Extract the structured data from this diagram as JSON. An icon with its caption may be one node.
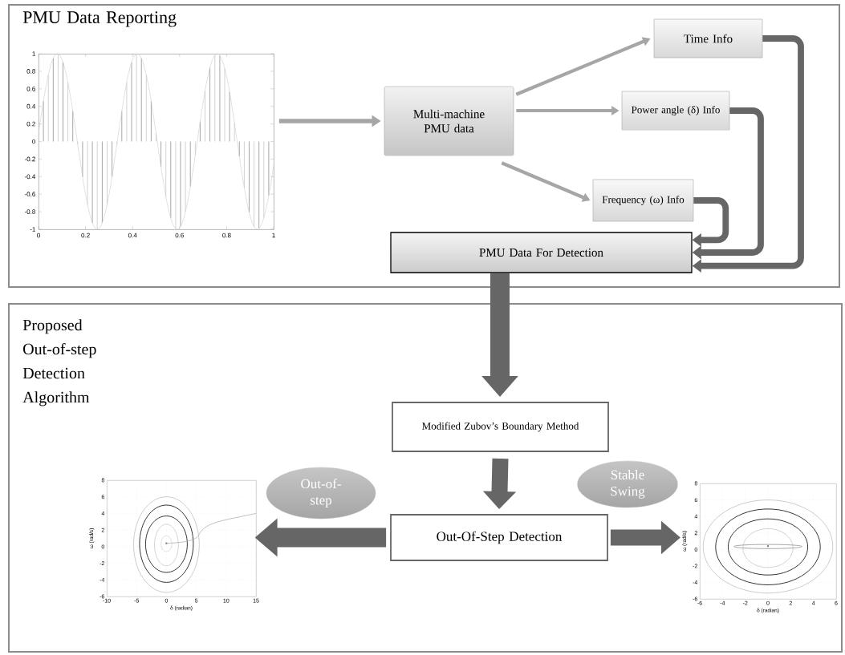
{
  "diagram": {
    "nodes": [
      {
        "text": [
          "PMU Data Reporting"
        ]
      },
      {
        "text": [],
        "shape": "chart",
        "in": 0,
        "beside": [
          "1",
          "0.8",
          "0.6",
          "0.4",
          "0.2",
          "0",
          "-0.2",
          "-0.4",
          "-0.6",
          "-0.8",
          "-1",
          "0",
          "0.2",
          "0.4",
          "0.6",
          "0.8",
          "1"
        ]
      },
      {
        "text": [
          "Multi-machine PMU data"
        ],
        "in": 0
      },
      {
        "text": [
          "Time Info"
        ],
        "in": 0
      },
      {
        "text": [
          "Power angle (δ) Info"
        ],
        "in": 0
      },
      {
        "text": [
          "Frequency (ω) Info"
        ],
        "in": 0
      },
      {
        "text": [
          "PMU Data For Detection"
        ],
        "in": 0
      },
      {
        "text": [
          "Proposed Out-of-step Detection Algorithm"
        ]
      },
      {
        "text": [
          "Modified Zubov’s Boundary Method"
        ],
        "in": 7
      },
      {
        "text": [
          "Out-Of-Step Detection"
        ],
        "in": 7
      },
      {
        "text": [
          "Out-of- step"
        ],
        "in": 7
      },
      {
        "text": [
          "Stable Swing"
        ],
        "in": 7
      },
      {
        "text": [],
        "shape": "chart",
        "in": 7,
        "beside": [
          "8",
          "6",
          "4",
          "2",
          "0",
          "-2",
          "-4",
          "-6",
          "ω (rad/s)",
          "-10",
          "-5",
          "0",
          "5",
          "10",
          "15",
          "δ (radian)"
        ]
      },
      {
        "text": [],
        "shape": "chart",
        "in": 7,
        "beside": [
          "8",
          "6",
          "4",
          "2",
          "0",
          "-2",
          "-4",
          "-6",
          "ω (rad/s)",
          "-6",
          "-4",
          "-2",
          "0",
          "2",
          "4",
          "6",
          "δ (radian)"
        ]
      }
    ],
    "edges": [
      {
        "from": 1,
        "to": 2,
        "arrow": "to",
        "color": "#a6a6a6"
      },
      {
        "from": 2,
        "to": 3,
        "arrow": "to",
        "color": "#a6a6a6"
      },
      {
        "from": 2,
        "to": 4,
        "arrow": "to",
        "color": "#a6a6a6"
      },
      {
        "from": 2,
        "to": 5,
        "arrow": "to",
        "color": "#a6a6a6"
      },
      {
        "from": 5,
        "to": 6,
        "arrow": "to"
      },
      {
        "from": 4,
        "to": 6,
        "arrow": "to"
      },
      {
        "from": 3,
        "to": 6,
        "arrow": "to"
      },
      {
        "from": 6,
        "to": 8,
        "arrow": "to",
        "style": "thick"
      },
      {
        "from": 8,
        "to": 9,
        "arrow": "to",
        "style": "thick"
      },
      {
        "from": 9,
        "to": 12,
        "arrow": "to",
        "style": "thick"
      },
      {
        "from": 9,
        "to": 13,
        "arrow": "to",
        "style": "thick"
      }
    ]
  }
}
